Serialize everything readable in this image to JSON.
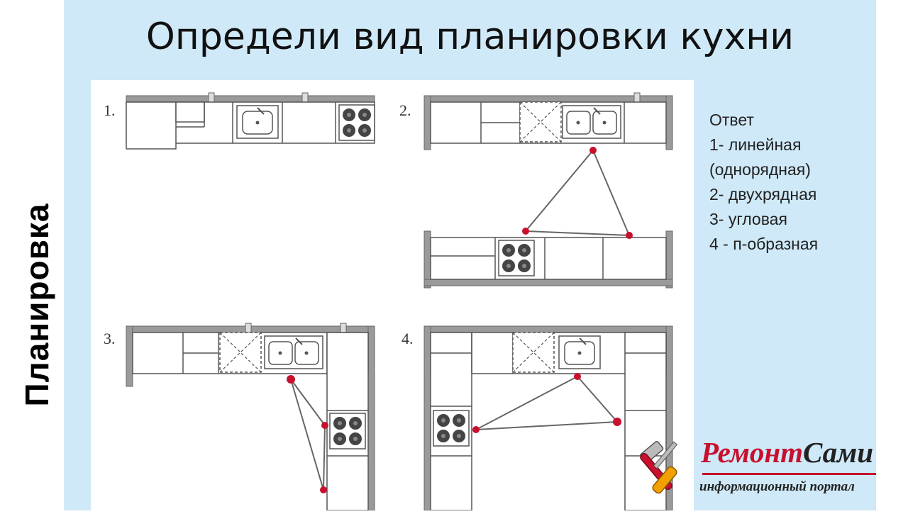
{
  "side_label": "Планировка",
  "title": "Определи вид планировки кухни",
  "panels": [
    {
      "number": "1."
    },
    {
      "number": "2."
    },
    {
      "number": "3."
    },
    {
      "number": "4."
    }
  ],
  "answer": {
    "heading": "Ответ",
    "lines": [
      "1- линейная",
      "(однорядная)",
      "2- двухрядная",
      "3- угловая",
      "4 - п-образная"
    ]
  },
  "logo": {
    "brand_red": "Ремонт",
    "brand_dark": "Сами",
    "subtitle": "информационный портал"
  },
  "colors": {
    "slide_bg": "#cfe9f8",
    "wall": "#9a9a9a",
    "triangle_point": "#c8102e",
    "brand": "#c8102e"
  },
  "icons": [
    "kitchen-sink-icon",
    "stove-icon",
    "hammer-icon",
    "screwdriver-icon"
  ]
}
